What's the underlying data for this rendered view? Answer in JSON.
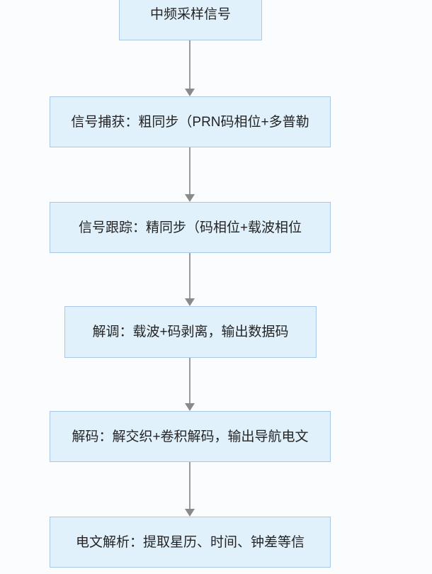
{
  "page": {
    "background_color": "#fbfcfd"
  },
  "flowchart": {
    "type": "vertical-flowchart",
    "node_style": {
      "fill_color": "#e1f1fc",
      "border_color": "#a9c7e7",
      "text_color": "#242424"
    },
    "connector_style": {
      "line_color": "#9b9b9b",
      "arrowhead_color": "#8a8a8a",
      "direction": "down"
    },
    "nodes": [
      {
        "label": "中频采样信号"
      },
      {
        "label": "信号捕获：粗同步（PRN码相位+多普勒"
      },
      {
        "label": "信号跟踪：精同步（码相位+载波相位"
      },
      {
        "label": "解调：载波+码剥离，输出数据码"
      },
      {
        "label": "解码：解交织+卷积解码，输出导航电文"
      },
      {
        "label": "电文解析：提取星历、时间、钟差等信"
      }
    ],
    "edges": [
      {
        "from": 0,
        "to": 1
      },
      {
        "from": 1,
        "to": 2
      },
      {
        "from": 2,
        "to": 3
      },
      {
        "from": 3,
        "to": 4
      },
      {
        "from": 4,
        "to": 5
      }
    ]
  }
}
